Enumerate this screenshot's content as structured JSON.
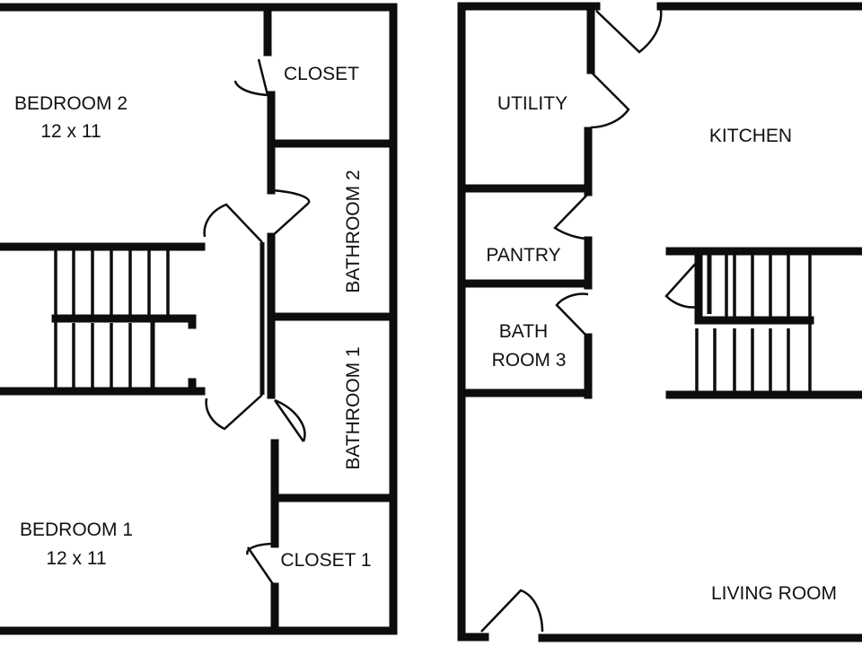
{
  "rooms": {
    "bedroom2": {
      "name": "BEDROOM 2",
      "size": "12 x 11"
    },
    "closet": {
      "name": "CLOSET"
    },
    "bathroom2": {
      "name": "BATHROOM 2"
    },
    "bathroom1": {
      "name": "BATHROOM 1"
    },
    "bedroom1": {
      "name": "BEDROOM 1",
      "size": "12 x 11"
    },
    "closet1": {
      "name": "CLOSET 1"
    },
    "utility": {
      "name": "UTILITY"
    },
    "kitchen": {
      "name": "KITCHEN"
    },
    "pantry": {
      "name": "PANTRY"
    },
    "bath3": {
      "line1": "BATH",
      "line2": "ROOM 3"
    },
    "living": {
      "name": "LIVING ROOM"
    }
  },
  "colors": {
    "wall": "#0d0d0d",
    "background": "#ffffff"
  }
}
